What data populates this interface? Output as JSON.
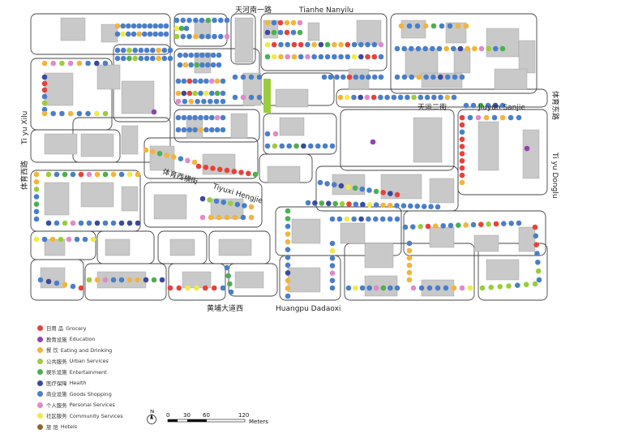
{
  "streets": {
    "tianhe_zh": "天河南一路",
    "tianhe_en": "Tianhe Nanyilu",
    "tiyu_dongheng_zh": "天运二街",
    "tiyu_sanjie": "Jiuyun Sanjie",
    "tiyu_donglu_zh": "体育东路",
    "tiyu_donglu_en": "Ti yu Donglu",
    "tiyu_xilu_zh": "体育西路",
    "tiyu_xilu_en": "Ti yu Xilu",
    "tiyuxi_hengjie_zh": "体育西横街",
    "tiyuxi_hengjie_en": "Tiyuxi Hengjie",
    "huangpu_zh": "黄埔大道西",
    "huangpu_en": "Huangpu Dadaoxi"
  },
  "legend": [
    {
      "zh": "日用 品",
      "en": "Grocery",
      "color": "#e8413c"
    },
    {
      "zh": "教育设施",
      "en": "Education",
      "color": "#8e44ad"
    },
    {
      "zh": "餐     饮",
      "en": "Eating and Drinking",
      "color": "#f2b43b"
    },
    {
      "zh": "公共服务",
      "en": "Urban Services",
      "color": "#9ccc3c"
    },
    {
      "zh": "娱乐设施",
      "en": "Entertainment",
      "color": "#4caf50"
    },
    {
      "zh": "医疗保障",
      "en": "Health",
      "color": "#3a4a9c"
    },
    {
      "zh": "商业设施",
      "en": "Goods Shopping",
      "color": "#4a7fc8"
    },
    {
      "zh": "个人服务",
      "en": "Personal Services",
      "color": "#e08ac8"
    },
    {
      "zh": "社区服务",
      "en": "Community Services",
      "color": "#eeea4a"
    },
    {
      "zh": "旅     馆",
      "en": "Hotels",
      "color": "#8a6a2a"
    }
  ],
  "scale": {
    "ticks": [
      "0",
      "30",
      "60",
      "120"
    ],
    "unit": "Meters",
    "north": "N"
  }
}
